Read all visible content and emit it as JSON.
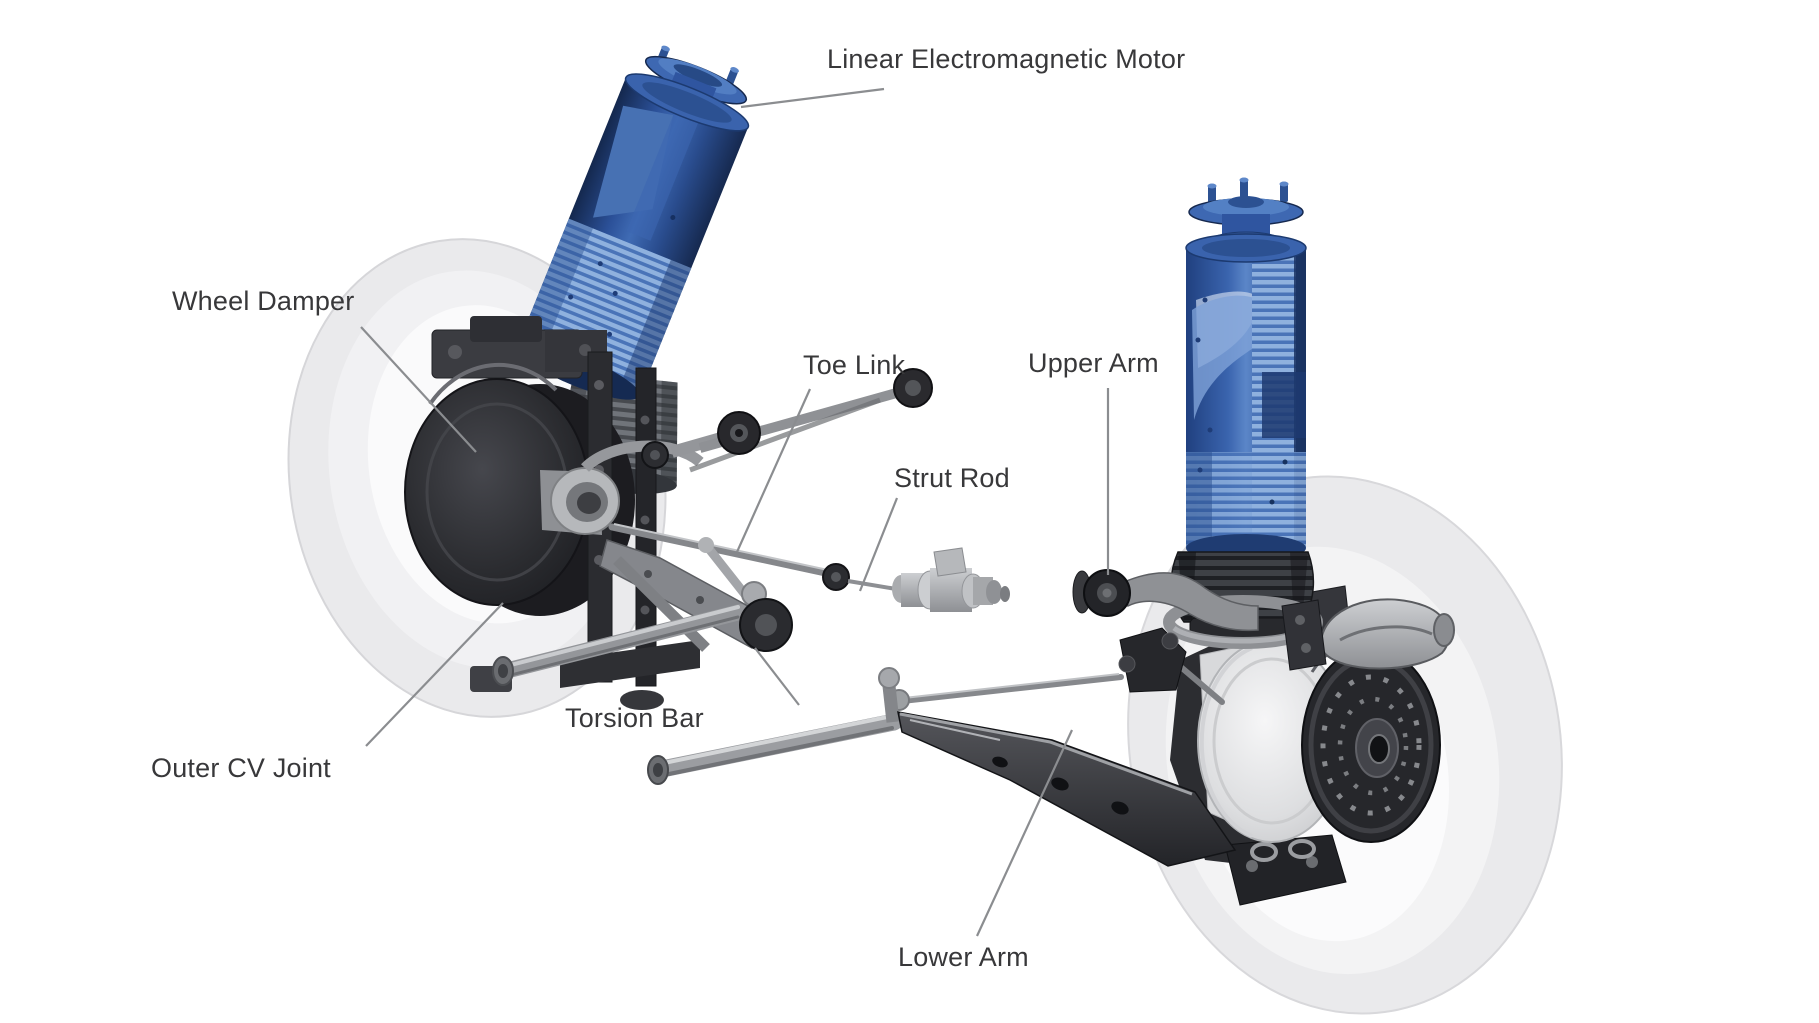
{
  "labels": {
    "linear_electromagnetic_motor": "Linear Electromagnetic Motor",
    "wheel_damper": "Wheel Damper",
    "toe_link": "Toe Link",
    "strut_rod": "Strut Rod",
    "upper_arm": "Upper Arm",
    "outer_cv_joint": "Outer CV Joint",
    "torsion_bar": "Torsion Bar",
    "lower_arm": "Lower Arm"
  },
  "colors": {
    "background": "#ffffff",
    "label_text": "#38383a",
    "leader_line": "#8b8d90",
    "motor_blue_dark": "#1d3a70",
    "motor_blue": "#3c66b0",
    "motor_blue_light": "#8fb1de",
    "metal_gray": "#9b9da1",
    "dark_part": "#26272b",
    "ghost_wheel": "#eaeaec"
  }
}
